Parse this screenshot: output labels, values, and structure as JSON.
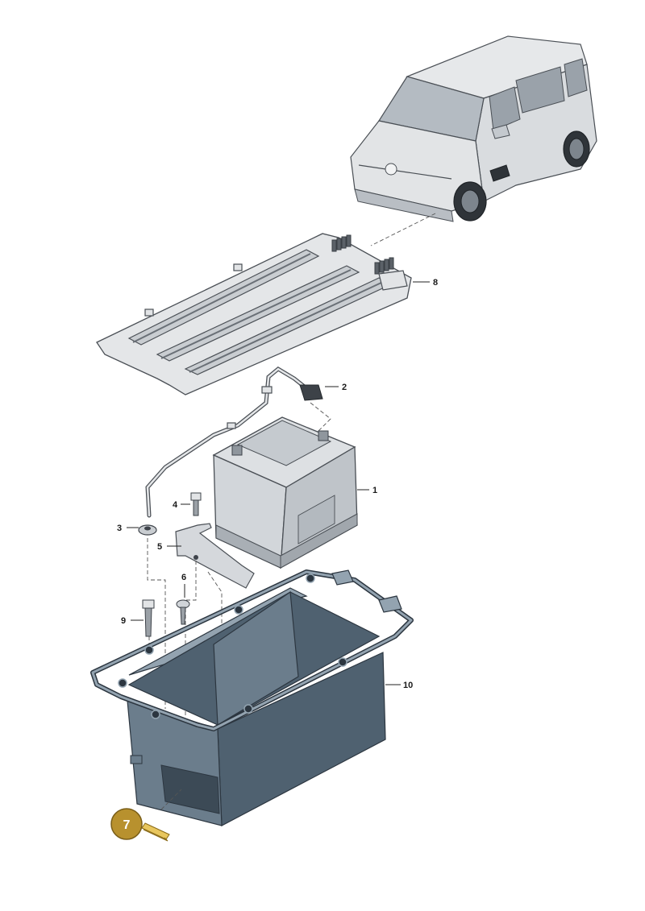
{
  "callouts": [
    {
      "id": "1",
      "label": "1"
    },
    {
      "id": "2",
      "label": "2"
    },
    {
      "id": "3",
      "label": "3"
    },
    {
      "id": "4",
      "label": "4"
    },
    {
      "id": "5",
      "label": "5"
    },
    {
      "id": "6",
      "label": "6"
    },
    {
      "id": "8",
      "label": "8"
    },
    {
      "id": "9",
      "label": "9"
    },
    {
      "id": "10",
      "label": "10"
    }
  ],
  "highlight": {
    "label": "7",
    "color": "#b8912e"
  }
}
